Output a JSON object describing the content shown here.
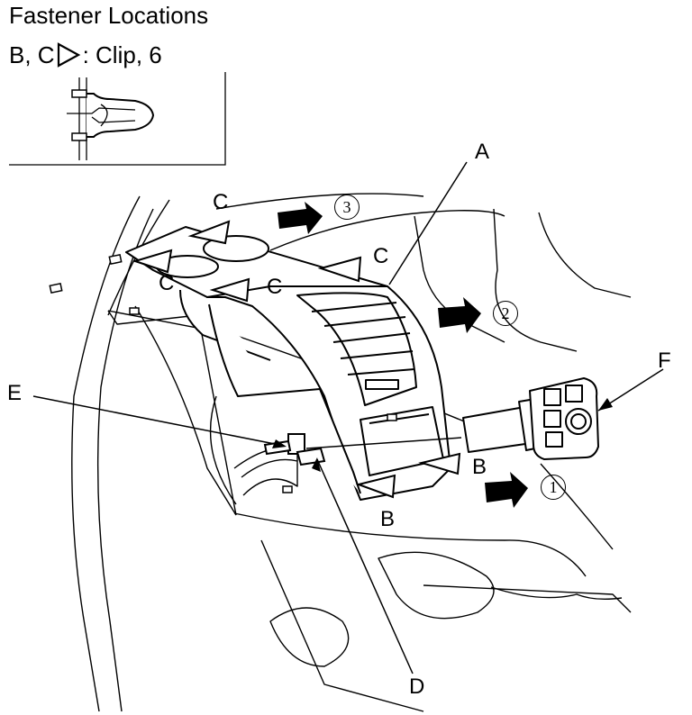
{
  "title": "Fastener Locations",
  "legend": {
    "prefix": "B, C",
    "suffix": " : Clip, 6"
  },
  "callouts": {
    "A": "A",
    "B1": "B",
    "B2": "B",
    "C1": "C",
    "C2": "C",
    "C3": "C",
    "C4": "C",
    "D": "D",
    "E": "E",
    "F": "F"
  },
  "steps": {
    "one": "1",
    "two": "2",
    "three": "3"
  },
  "colors": {
    "line": "#000000",
    "background": "#ffffff"
  }
}
